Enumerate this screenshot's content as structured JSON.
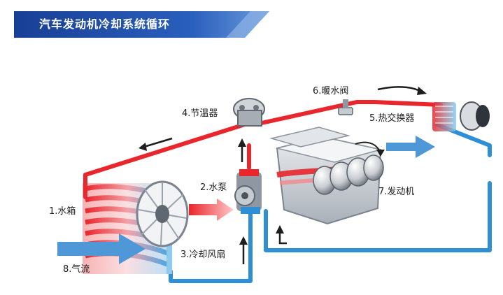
{
  "title": "汽车发动机冷却系统循环",
  "labels": {
    "radiator": "1.水箱",
    "water_pump": "2.水泵",
    "cooling_fan": "3.冷却风扇",
    "thermostat": "4.节温器",
    "heat_exchanger": "5.热交换器",
    "heater_valve": "6.暖水阀",
    "engine": "7.发动机",
    "airflow": "8.气流"
  },
  "colors": {
    "hot_coolant": "#e8262c",
    "cold_coolant": "#2f8fd6",
    "banner_blue": "#1f4fa8",
    "airflow_blue": "#4f98d8"
  }
}
